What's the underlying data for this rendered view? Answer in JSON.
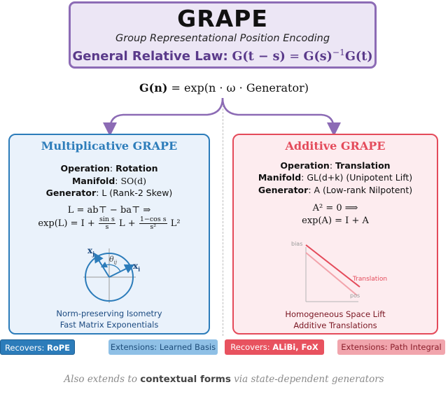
{
  "header": {
    "title": "GRAPE",
    "subtitle": "Group Representational Position Encoding",
    "law_label": "General Relative Law:",
    "law_lhs": "G(t − s)",
    "law_rhs": "G(s)",
    "law_tail": "G(t)"
  },
  "generator_eq": {
    "lhs": "G(n)",
    "rhs": "exp(n · ω · Generator)"
  },
  "left": {
    "title": "Multiplicative GRAPE",
    "operation_label": "Operation",
    "operation_value": "Rotation",
    "manifold_label": "Manifold",
    "manifold_value": "SO(d)",
    "generator_label": "Generator",
    "generator_value": "L (Rank-2 Skew)",
    "math1": "L = ab⊤ − ba⊤ ⇒",
    "math2_a": "exp(L) = I +",
    "frac1_num": "sin s",
    "frac1_den": "s",
    "math2_b": "L +",
    "frac2_num": "1−cos s",
    "frac2_den": "s²",
    "math2_c": "L²",
    "xj": "x",
    "xj_sub": "j",
    "xi": "x",
    "xi_sub": "i",
    "theta": "θ",
    "theta_sub": "ij",
    "caption1": "Norm-preserving Isometry",
    "caption2": "Fast Matrix Exponentials"
  },
  "right": {
    "title": "Additive GRAPE",
    "operation_label": "Operation",
    "operation_value": "Translation",
    "manifold_label": "Manifold",
    "manifold_value": "GL(d+k) (Unipotent Lift)",
    "generator_label": "Generator",
    "generator_value": "A (Low-rank Nilpotent)",
    "math1": "A² = 0 ⟹",
    "math2": "exp(A) = I + A",
    "axis_y": "bias",
    "axis_x": "pos",
    "line_label": "Translation",
    "caption1": "Homogeneous Space Lift",
    "caption2": "Additive Translations"
  },
  "badges": {
    "rope_prefix": "Recovers:",
    "rope_value": "RoPE",
    "rope_ext": "Extensions: Learned Basis",
    "alibi_prefix": "Recovers:",
    "alibi_value": "ALiBi, FoX",
    "path_ext": "Extensions: Path Integral"
  },
  "footer": {
    "part1": "Also extends to",
    "bold": "contextual forms",
    "part2": "via state-dependent generators"
  },
  "colors": {
    "purple": "#8c6bb5",
    "blue": "#2c7cba",
    "red": "#e44a5a"
  }
}
